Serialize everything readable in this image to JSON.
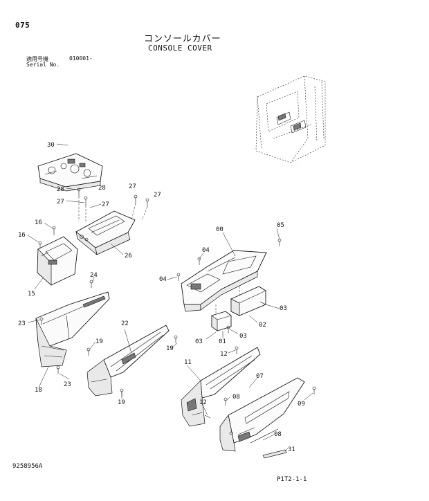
{
  "header": {
    "page_number": "075",
    "title_jp": "コンソールカバー",
    "title_en": "CONSOLE COVER",
    "serial_label_jp": "適用号機",
    "serial_range": "010001-",
    "serial_label_en": "Serial No."
  },
  "footer": {
    "doc_number": "9258956A",
    "page_ref": "P1T2-1-1"
  },
  "callouts": {
    "c30": "30",
    "c28a": "28",
    "c28b": "28",
    "c27a": "27",
    "c27b": "27",
    "c27c": "27",
    "c27d": "27",
    "c16a": "16",
    "c16b": "16",
    "c26": "26",
    "c15": "15",
    "c24": "24",
    "c23a": "23",
    "c23b": "23",
    "c18": "18",
    "c22": "22",
    "c19a": "19",
    "c19b": "19",
    "c19c": "19",
    "c00": "00",
    "c05": "05",
    "c04a": "04",
    "c04b": "04",
    "c03a": "03",
    "c03b": "03",
    "c03c": "03",
    "c02": "02",
    "c01": "01",
    "c12a": "12",
    "c12b": "12",
    "c11": "11",
    "c07": "07",
    "c08a": "08",
    "c08b": "08",
    "c09": "09",
    "c31": "31"
  },
  "icons": {
    "cab_inset": "cab-location-icon"
  }
}
